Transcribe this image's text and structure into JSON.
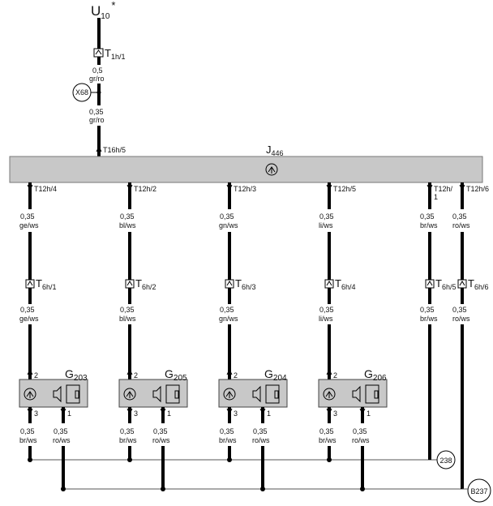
{
  "supply": {
    "name": "U",
    "sub": "10",
    "star": "*"
  },
  "top_connector": {
    "name": "T",
    "sub": "1h/1"
  },
  "wire_upper": {
    "gauge": "0,5",
    "color": "gr/ro"
  },
  "splice": {
    "label": "X68"
  },
  "wire_lower": {
    "gauge": "0,35",
    "color": "gr/ro"
  },
  "module_in_pin": {
    "name": "T16h/5"
  },
  "module": {
    "name": "J",
    "sub": "446",
    "icon": "sensor-symbol-icon"
  },
  "channels": [
    {
      "pin": "T12h/4",
      "g1": "0,35",
      "c1": "ge/ws",
      "conn": "T",
      "conn_sub": "6h/1",
      "g2": "0,35",
      "c2": "ge/ws",
      "sensor": "G",
      "sensor_sub": "203",
      "pin_top": "2",
      "pin_a": "3",
      "pin_b": "1",
      "ga": "0,35",
      "ca": "br/ws",
      "gb": "0,35",
      "cb": "ro/ws"
    },
    {
      "pin": "T12h/2",
      "g1": "0,35",
      "c1": "bl/ws",
      "conn": "T",
      "conn_sub": "6h/2",
      "g2": "0,35",
      "c2": "bl/ws",
      "sensor": "G",
      "sensor_sub": "205",
      "pin_top": "2",
      "pin_a": "3",
      "pin_b": "1",
      "ga": "0,35",
      "ca": "br/ws",
      "gb": "0,35",
      "cb": "ro/ws"
    },
    {
      "pin": "T12h/3",
      "g1": "0,35",
      "c1": "gn/ws",
      "conn": "T",
      "conn_sub": "6h/3",
      "g2": "0,35",
      "c2": "gn/ws",
      "sensor": "G",
      "sensor_sub": "204",
      "pin_top": "2",
      "pin_a": "3",
      "pin_b": "1",
      "ga": "0,35",
      "ca": "br/ws",
      "gb": "0,35",
      "cb": "ro/ws"
    },
    {
      "pin": "T12h/5",
      "g1": "0,35",
      "c1": "li/ws",
      "conn": "T",
      "conn_sub": "6h/4",
      "g2": "0,35",
      "c2": "li/ws",
      "sensor": "G",
      "sensor_sub": "206",
      "pin_top": "2",
      "pin_a": "3",
      "pin_b": "1",
      "ga": "0,35",
      "ca": "br/ws",
      "gb": "0,35",
      "cb": "ro/ws"
    }
  ],
  "extra_wires": [
    {
      "pin_line1": "T12h/",
      "pin_line2": "1",
      "g1": "0,35",
      "c1": "br/ws",
      "conn": "T",
      "conn_sub": "6h/5",
      "g2": "0,35",
      "c2": "br/ws"
    },
    {
      "pin_line1": "T12h/6",
      "pin_line2": "",
      "g1": "0,35",
      "c1": "ro/ws",
      "conn": "T",
      "conn_sub": "6h/6",
      "g2": "0,35",
      "c2": "ro/ws"
    }
  ],
  "ref_238": {
    "label": "238"
  },
  "ref_B237": {
    "label": "B237"
  },
  "colors": {
    "module_fill": "#c8c8c8",
    "sensor_fill": "#c8c8c8",
    "wire": "#000000",
    "thin_wire": "#555555"
  }
}
